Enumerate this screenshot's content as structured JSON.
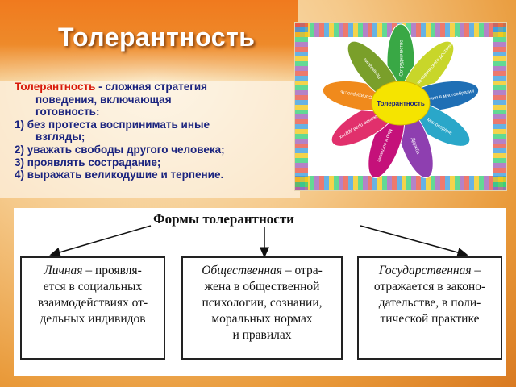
{
  "title": "Толерантность",
  "definition": {
    "term": "Толерантность",
    "rest_first_line": " - сложная стратегия",
    "line2": "поведения, включающая",
    "line3": "готовность:",
    "item1a": "1) без протеста воспринимать иные",
    "item1b": "взгляды;",
    "item2": "2) уважать свободы другого человека;",
    "item3": "3) проявлять сострадание;",
    "item4": "4) выражать великодушие и терпение."
  },
  "flower": {
    "center": "Толерантность",
    "petals": [
      "Сотрудничество",
      "Уважение человеческого достоинства",
      "Гармония в многообразии",
      "Милосердие",
      "Дружба",
      "Мир и согласие",
      "Уважение прав других",
      "Солидарность",
      "Понимание"
    ],
    "colors": [
      "#39a845",
      "#c8d62a",
      "#1f6fb5",
      "#2aa7c9",
      "#8e3fb0",
      "#c5117a",
      "#e1306c",
      "#f08a1c",
      "#7a9f2a"
    ]
  },
  "forms": {
    "heading": "Формы толерантности",
    "boxes": [
      {
        "term": "Личная",
        "rest": " – проявля-",
        "l2": "ется в социальных",
        "l3": "взаимодействиях от-",
        "l4": "дельных индивидов"
      },
      {
        "term": "Общественная",
        "rest": " – отра-",
        "l2": "жена в общественной",
        "l3": "психологии, сознании,",
        "l4": "моральных нормах",
        "l5": "и правилах"
      },
      {
        "term": "Государственная",
        "rest": " –",
        "l2": "отражается в законо-",
        "l3": "дательстве, в поли-",
        "l4": "тической практике"
      }
    ]
  }
}
